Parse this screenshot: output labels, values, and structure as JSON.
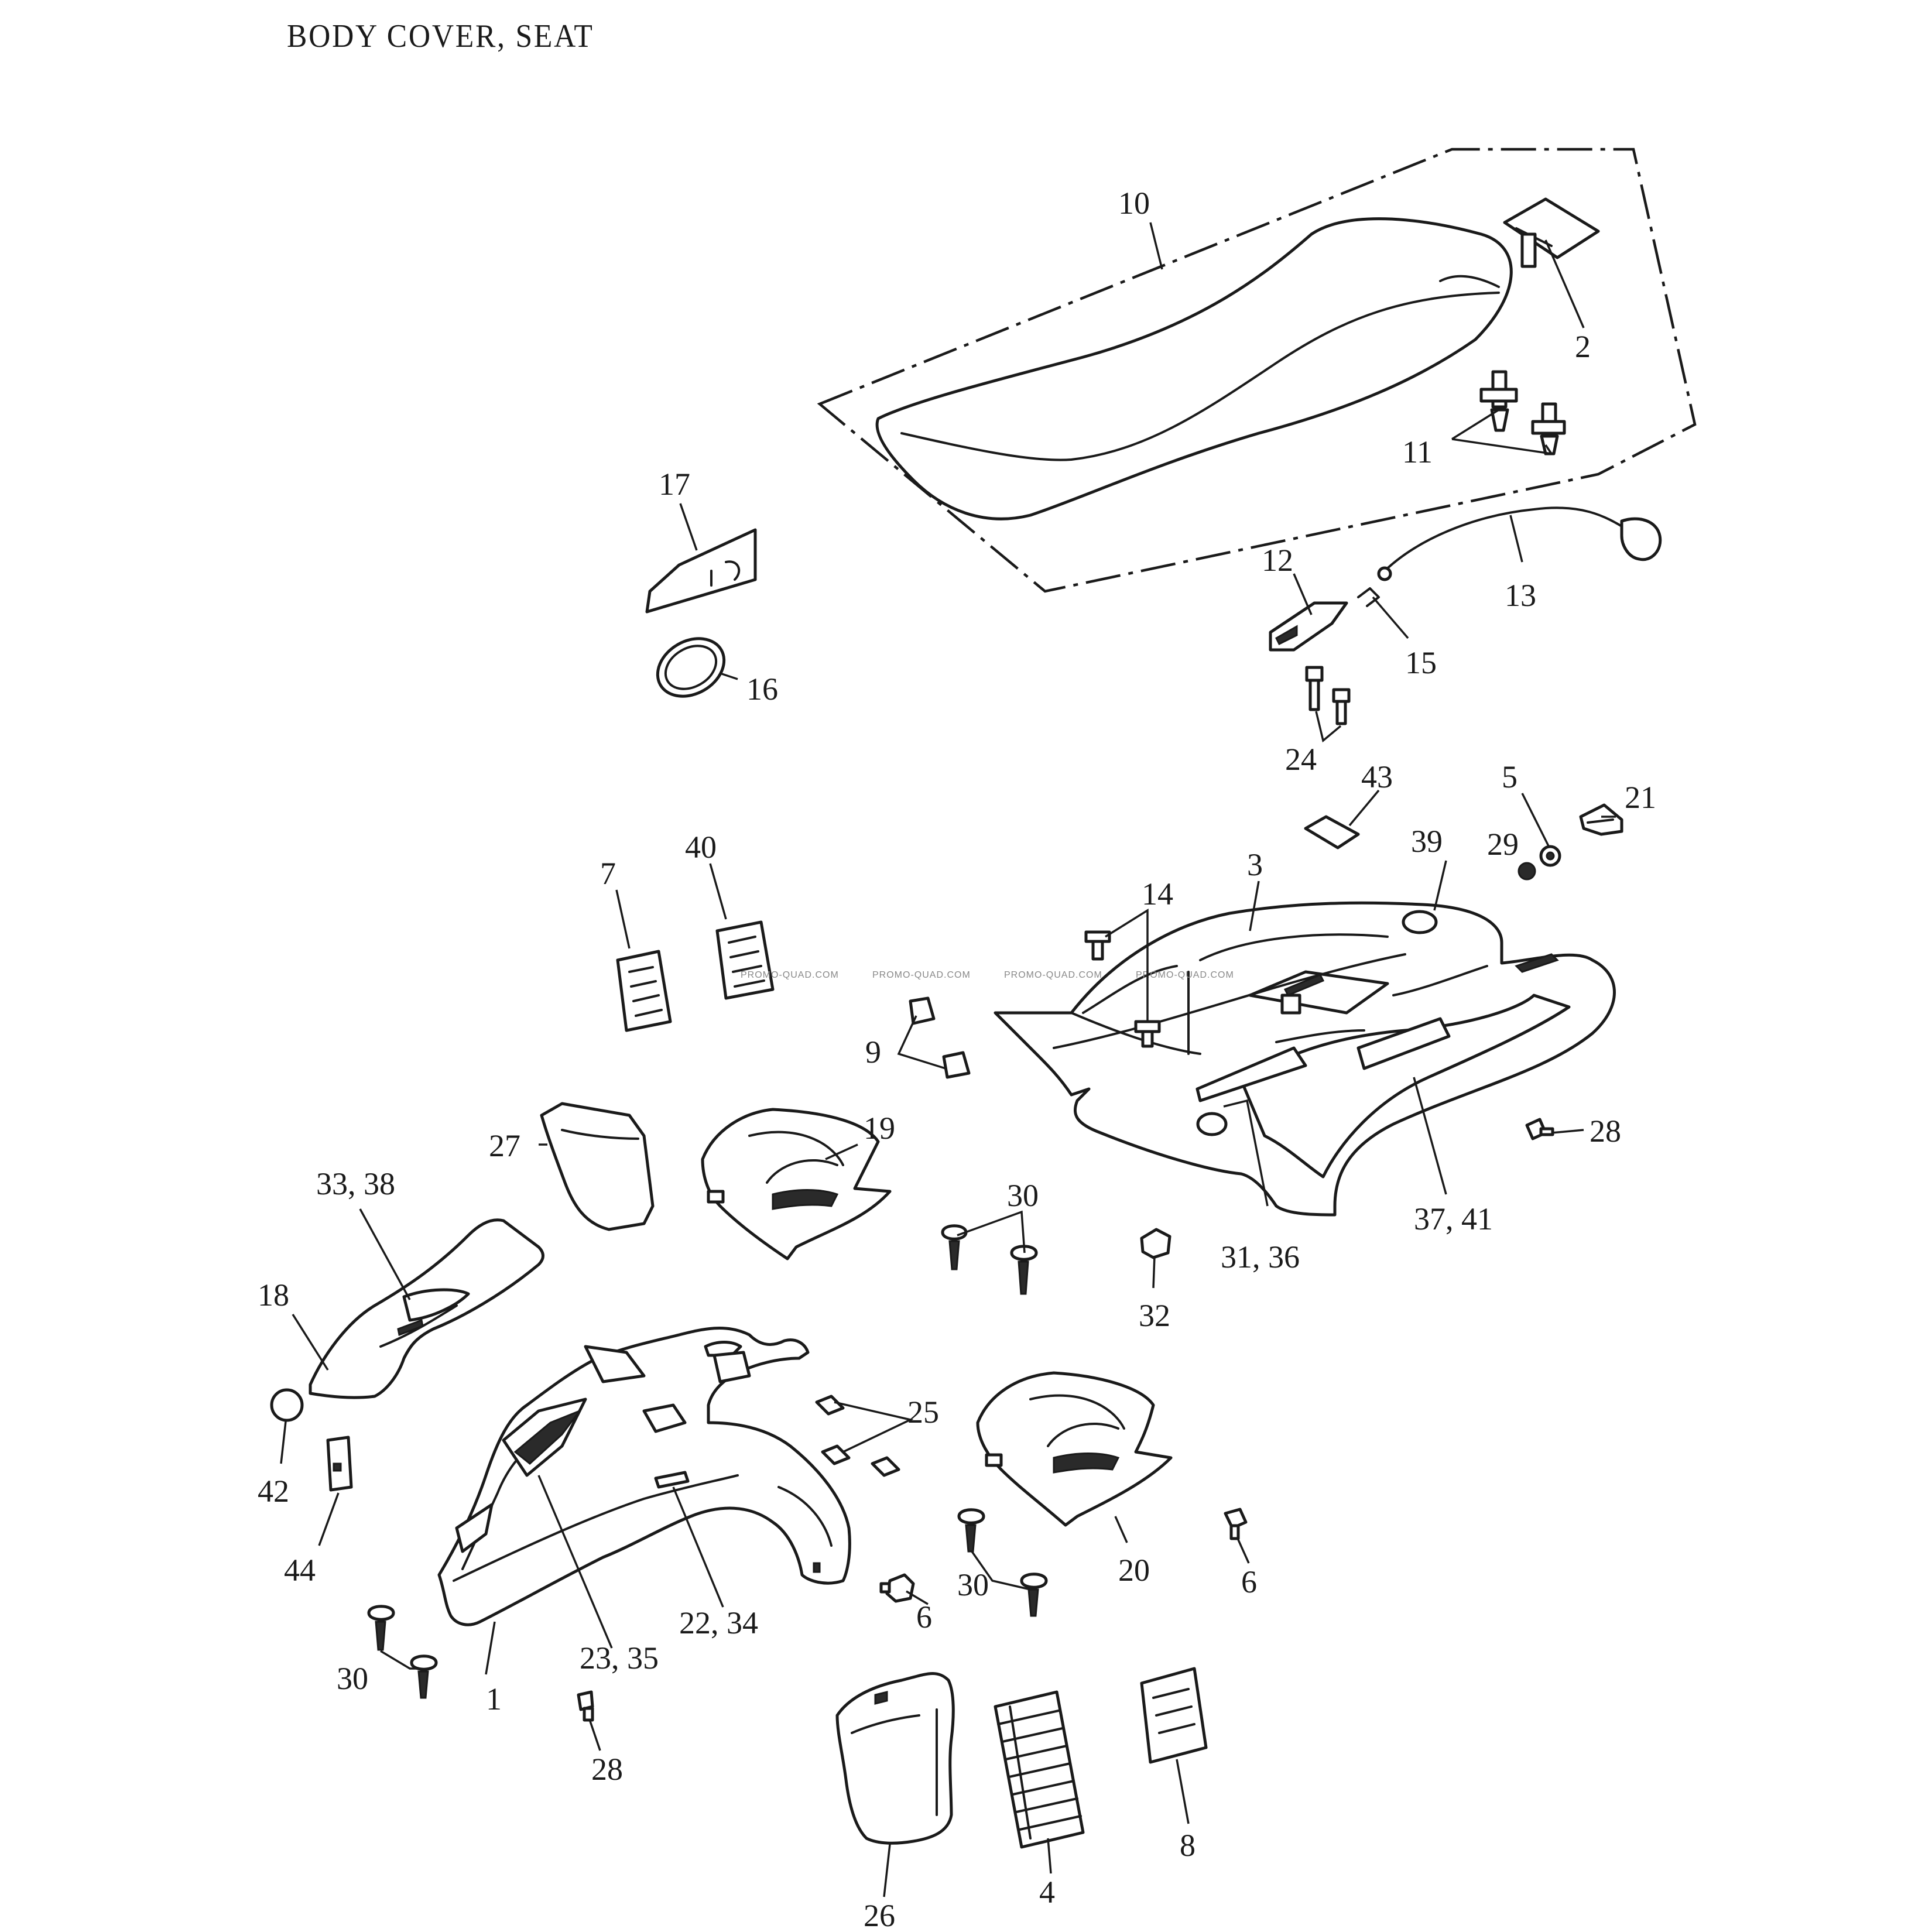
{
  "title": "BODY COVER, SEAT",
  "watermark": "PROMO-QUAD.COM",
  "callouts": [
    {
      "id": "c10",
      "label": "10"
    },
    {
      "id": "c2",
      "label": "2"
    },
    {
      "id": "c11",
      "label": "11"
    },
    {
      "id": "c13",
      "label": "13"
    },
    {
      "id": "c12",
      "label": "12"
    },
    {
      "id": "c15",
      "label": "15"
    },
    {
      "id": "c17",
      "label": "17"
    },
    {
      "id": "c16",
      "label": "16"
    },
    {
      "id": "c24",
      "label": "24"
    },
    {
      "id": "c43",
      "label": "43"
    },
    {
      "id": "c5",
      "label": "5"
    },
    {
      "id": "c21",
      "label": "21"
    },
    {
      "id": "c29",
      "label": "29"
    },
    {
      "id": "c39",
      "label": "39"
    },
    {
      "id": "c3",
      "label": "3"
    },
    {
      "id": "c14",
      "label": "14"
    },
    {
      "id": "c7",
      "label": "7"
    },
    {
      "id": "c40",
      "label": "40"
    },
    {
      "id": "c9",
      "label": "9"
    },
    {
      "id": "c28a",
      "label": "28"
    },
    {
      "id": "c37",
      "label": "37, 41"
    },
    {
      "id": "c31",
      "label": "31, 36"
    },
    {
      "id": "c27",
      "label": "27"
    },
    {
      "id": "c19",
      "label": "19"
    },
    {
      "id": "c30a",
      "label": "30"
    },
    {
      "id": "c32",
      "label": "32"
    },
    {
      "id": "c33",
      "label": "33, 38"
    },
    {
      "id": "c18",
      "label": "18"
    },
    {
      "id": "c42",
      "label": "42"
    },
    {
      "id": "c44",
      "label": "44"
    },
    {
      "id": "c25",
      "label": "25"
    },
    {
      "id": "c20",
      "label": "20"
    },
    {
      "id": "c6a",
      "label": "6"
    },
    {
      "id": "c6b",
      "label": "6"
    },
    {
      "id": "c30b",
      "label": "30"
    },
    {
      "id": "c30c",
      "label": "30"
    },
    {
      "id": "c1",
      "label": "1"
    },
    {
      "id": "c23",
      "label": "23, 35"
    },
    {
      "id": "c22",
      "label": "22, 34"
    },
    {
      "id": "c28b",
      "label": "28"
    },
    {
      "id": "c26",
      "label": "26"
    },
    {
      "id": "c4",
      "label": "4"
    },
    {
      "id": "c8",
      "label": "8"
    }
  ]
}
